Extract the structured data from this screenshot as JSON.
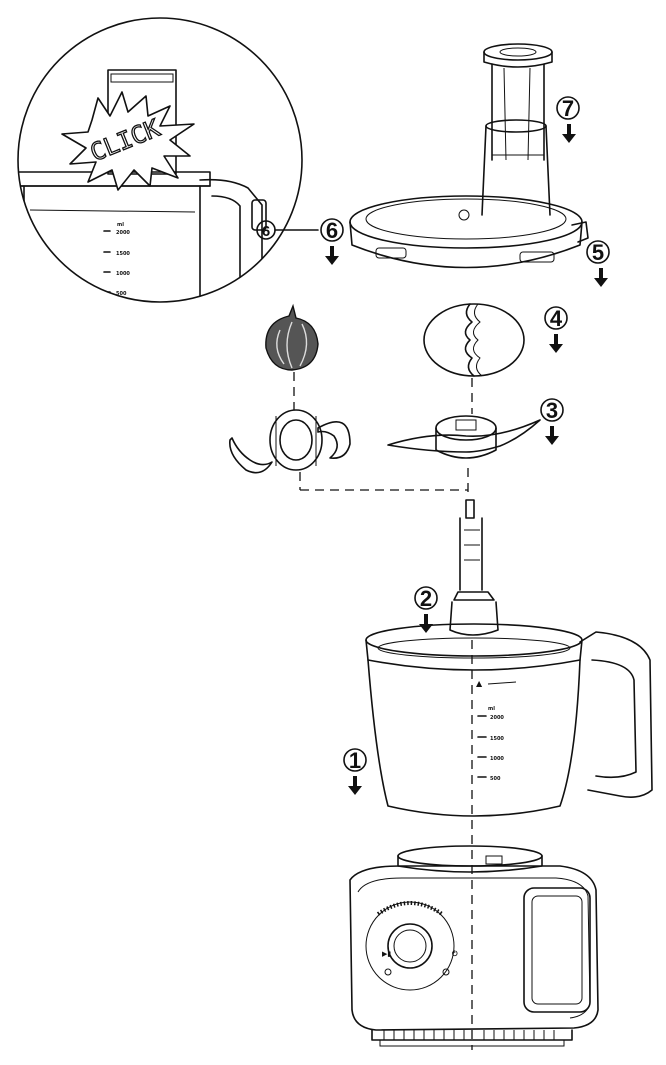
{
  "diagram": {
    "callout": {
      "text": "CLICK",
      "step": "6",
      "scale_unit": "ml",
      "scale_marks": [
        "2000",
        "1500",
        "1000",
        "500"
      ]
    },
    "jug_scale": {
      "unit": "ml",
      "marks": [
        "2000",
        "1500",
        "1000",
        "500"
      ]
    },
    "steps": [
      {
        "id": "step-1",
        "label": "1"
      },
      {
        "id": "step-2",
        "label": "2"
      },
      {
        "id": "step-3",
        "label": "3"
      },
      {
        "id": "step-4",
        "label": "4"
      },
      {
        "id": "step-5",
        "label": "5"
      },
      {
        "id": "step-6",
        "label": "6"
      },
      {
        "id": "step-7",
        "label": "7"
      }
    ]
  }
}
